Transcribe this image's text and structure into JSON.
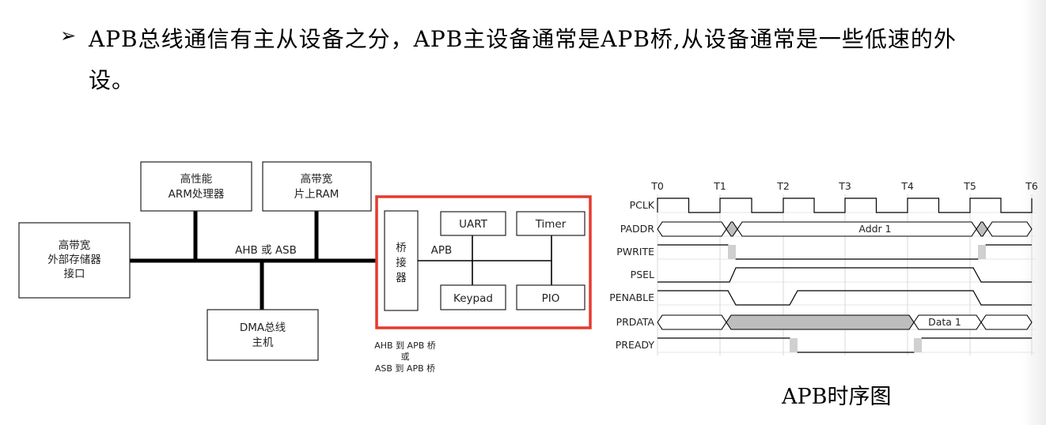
{
  "bullet": {
    "marker": "➢",
    "text": "APB总线通信有主从设备之分，APB主设备通常是APB桥,从设备通常是一些低速的外设。"
  },
  "block_diagram": {
    "ext_mem": [
      "高带宽",
      "外部存储器",
      "接口"
    ],
    "arm": [
      "高性能",
      "ARM处理器"
    ],
    "ram": [
      "高带宽",
      "片上RAM"
    ],
    "dma": [
      "DMA总线",
      "主机"
    ],
    "ahb_bus": "AHB 或 ASB",
    "bridge": [
      "桥",
      "接",
      "器"
    ],
    "apb_bus": "APB",
    "uart": "UART",
    "timer": "Timer",
    "keypad": "Keypad",
    "pio": "PIO",
    "bridge_caption": [
      "AHB 到  APB 桥",
      "或",
      "ASB 到  APB 桥"
    ],
    "highlight_color": "#e53a2e"
  },
  "timing": {
    "title": "APB时序图",
    "times": [
      "T0",
      "T1",
      "T2",
      "T3",
      "T4",
      "T5",
      "T6"
    ],
    "signals": [
      "PCLK",
      "PADDR",
      "PWRITE",
      "PSEL",
      "PENABLE",
      "PRDATA",
      "PREADY"
    ],
    "addr_label": "Addr 1",
    "data_label": "Data 1",
    "bus_fill": "#bdbdbd"
  }
}
